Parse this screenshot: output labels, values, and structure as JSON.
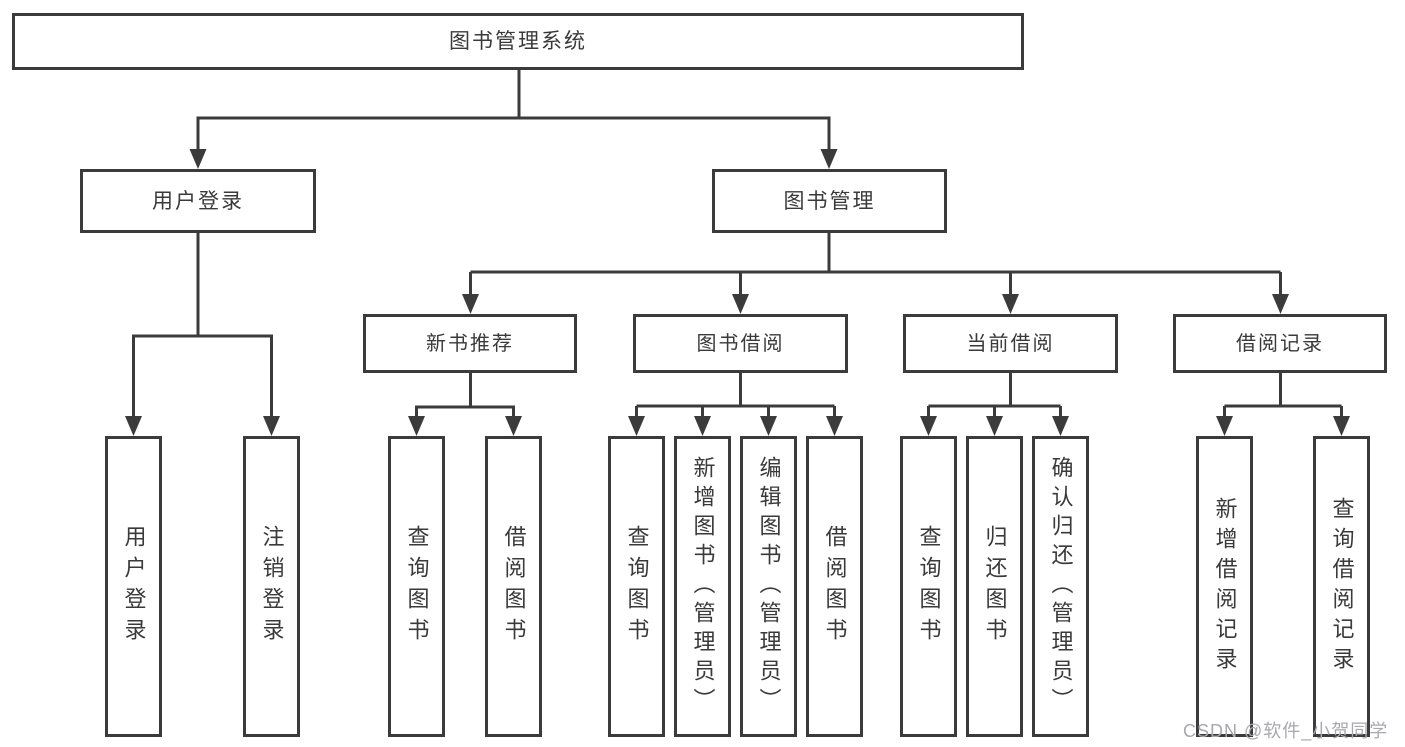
{
  "tree": {
    "root": {
      "label": "图书管理系统",
      "children": [
        {
          "label": "用户登录",
          "children": [
            {
              "label": "用户登录"
            },
            {
              "label": "注销登录"
            }
          ]
        },
        {
          "label": "图书管理",
          "children": [
            {
              "label": "新书推荐",
              "children": [
                {
                  "label": "查询图书"
                },
                {
                  "label": "借阅图书"
                }
              ]
            },
            {
              "label": "图书借阅",
              "children": [
                {
                  "label": "查询图书"
                },
                {
                  "label": "新增图书（管理员）"
                },
                {
                  "label": "编辑图书（管理员）"
                },
                {
                  "label": "借阅图书"
                }
              ]
            },
            {
              "label": "当前借阅",
              "children": [
                {
                  "label": "查询图书"
                },
                {
                  "label": "归还图书"
                },
                {
                  "label": "确认归还（管理员）"
                }
              ]
            },
            {
              "label": "借阅记录",
              "children": [
                {
                  "label": "新增借阅记录"
                },
                {
                  "label": "查询借阅记录"
                }
              ]
            }
          ]
        }
      ]
    }
  },
  "watermark": {
    "text": "CSDN @软件_小贺同学"
  },
  "colors": {
    "line": "#3b3b3b",
    "box_border": "#3b3b3b",
    "text": "#3a3a3a",
    "watermark": "#a8a8ae",
    "background": "#ffffff"
  }
}
